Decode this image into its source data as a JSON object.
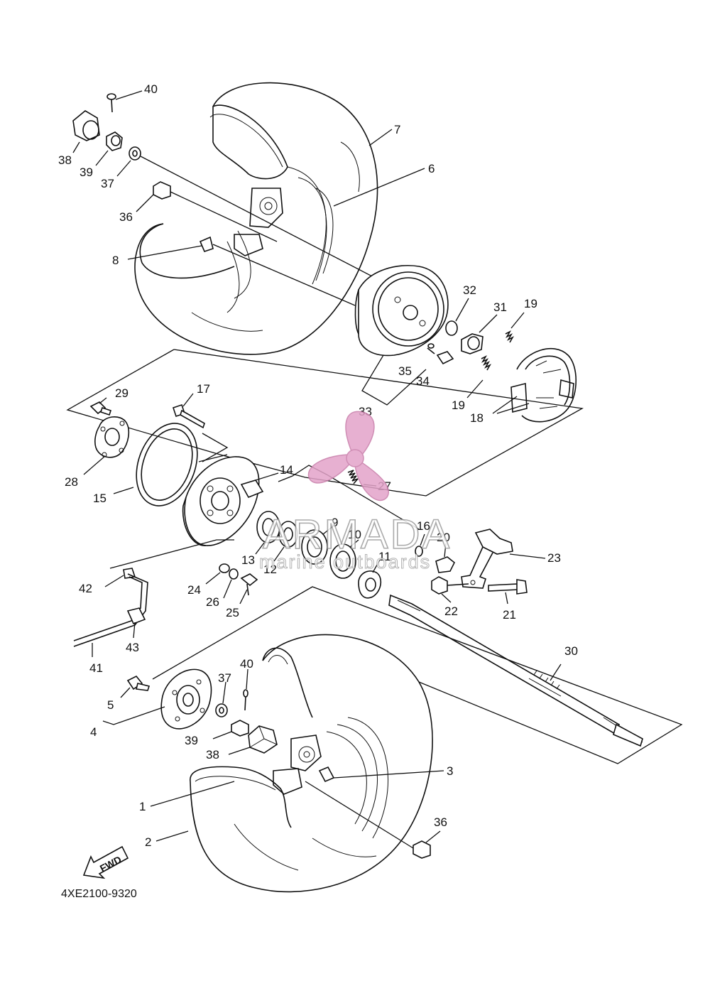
{
  "diagram": {
    "code": "4XE2100-9320",
    "fwd_label": "FWD",
    "callouts": [
      "40",
      "38",
      "39",
      "37",
      "36",
      "7",
      "6",
      "8",
      "32",
      "31",
      "19",
      "35",
      "34",
      "19",
      "33",
      "18",
      "17",
      "29",
      "28",
      "15",
      "14",
      "27",
      "9",
      "16",
      "10",
      "11",
      "20",
      "23",
      "13",
      "12",
      "24",
      "26",
      "25",
      "22",
      "21",
      "42",
      "43",
      "41",
      "30",
      "40",
      "37",
      "5",
      "4",
      "39",
      "38",
      "3",
      "1",
      "36",
      "2"
    ]
  },
  "watermark": {
    "brand": "ARMADA",
    "tagline": "marine outboards",
    "color": "#e3a3c9"
  }
}
